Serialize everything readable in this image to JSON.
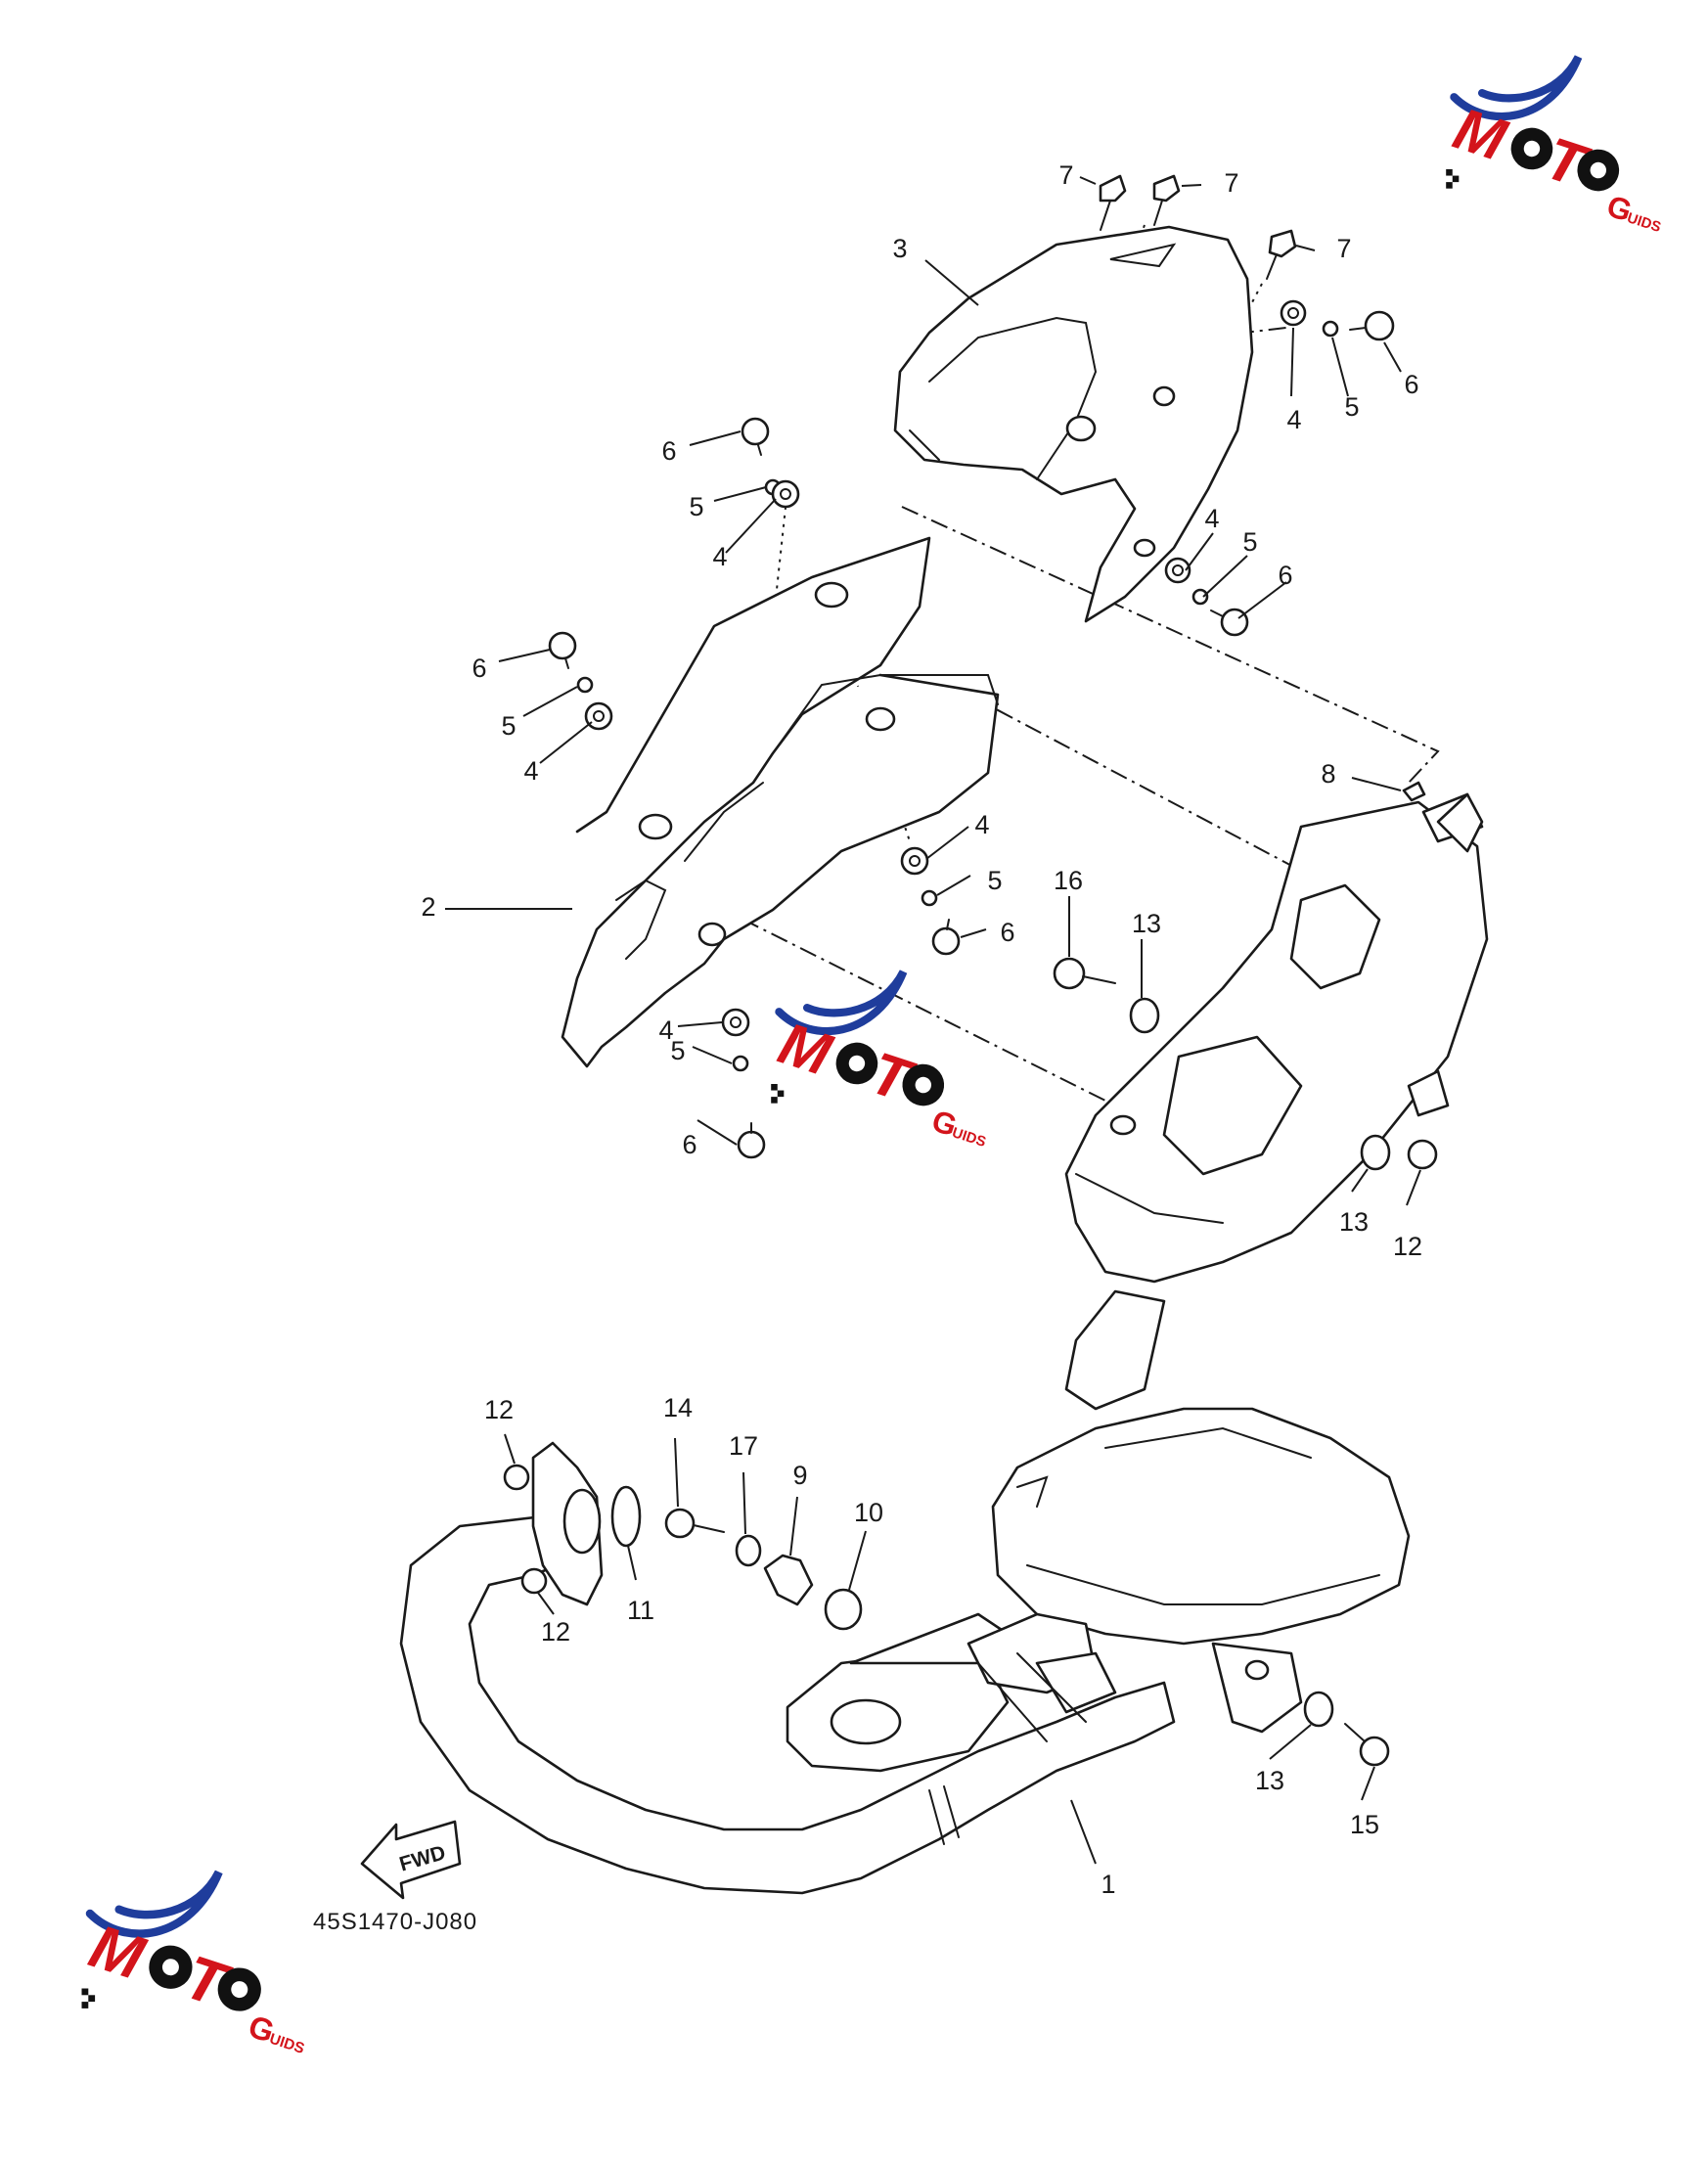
{
  "diagram_code": "45S1470-J080",
  "fwd_label": "FWD",
  "watermark": {
    "letters": [
      "M",
      "O",
      "T",
      "O"
    ],
    "g": "G",
    "suffix": "UIDS",
    "colors": {
      "red": "#d3141b",
      "blue": "#1f3d9c",
      "black": "#111111"
    }
  },
  "callouts": [
    {
      "num": "1"
    },
    {
      "num": "2"
    },
    {
      "num": "3"
    },
    {
      "num": "4"
    },
    {
      "num": "4"
    },
    {
      "num": "4"
    },
    {
      "num": "4"
    },
    {
      "num": "4"
    },
    {
      "num": "4"
    },
    {
      "num": "5"
    },
    {
      "num": "5"
    },
    {
      "num": "5"
    },
    {
      "num": "5"
    },
    {
      "num": "5"
    },
    {
      "num": "5"
    },
    {
      "num": "6"
    },
    {
      "num": "6"
    },
    {
      "num": "6"
    },
    {
      "num": "6"
    },
    {
      "num": "6"
    },
    {
      "num": "6"
    },
    {
      "num": "7"
    },
    {
      "num": "7"
    },
    {
      "num": "7"
    },
    {
      "num": "8"
    },
    {
      "num": "9"
    },
    {
      "num": "10"
    },
    {
      "num": "11"
    },
    {
      "num": "12"
    },
    {
      "num": "12"
    },
    {
      "num": "12"
    },
    {
      "num": "13"
    },
    {
      "num": "13"
    },
    {
      "num": "13"
    },
    {
      "num": "14"
    },
    {
      "num": "15"
    },
    {
      "num": "16"
    },
    {
      "num": "17"
    }
  ]
}
